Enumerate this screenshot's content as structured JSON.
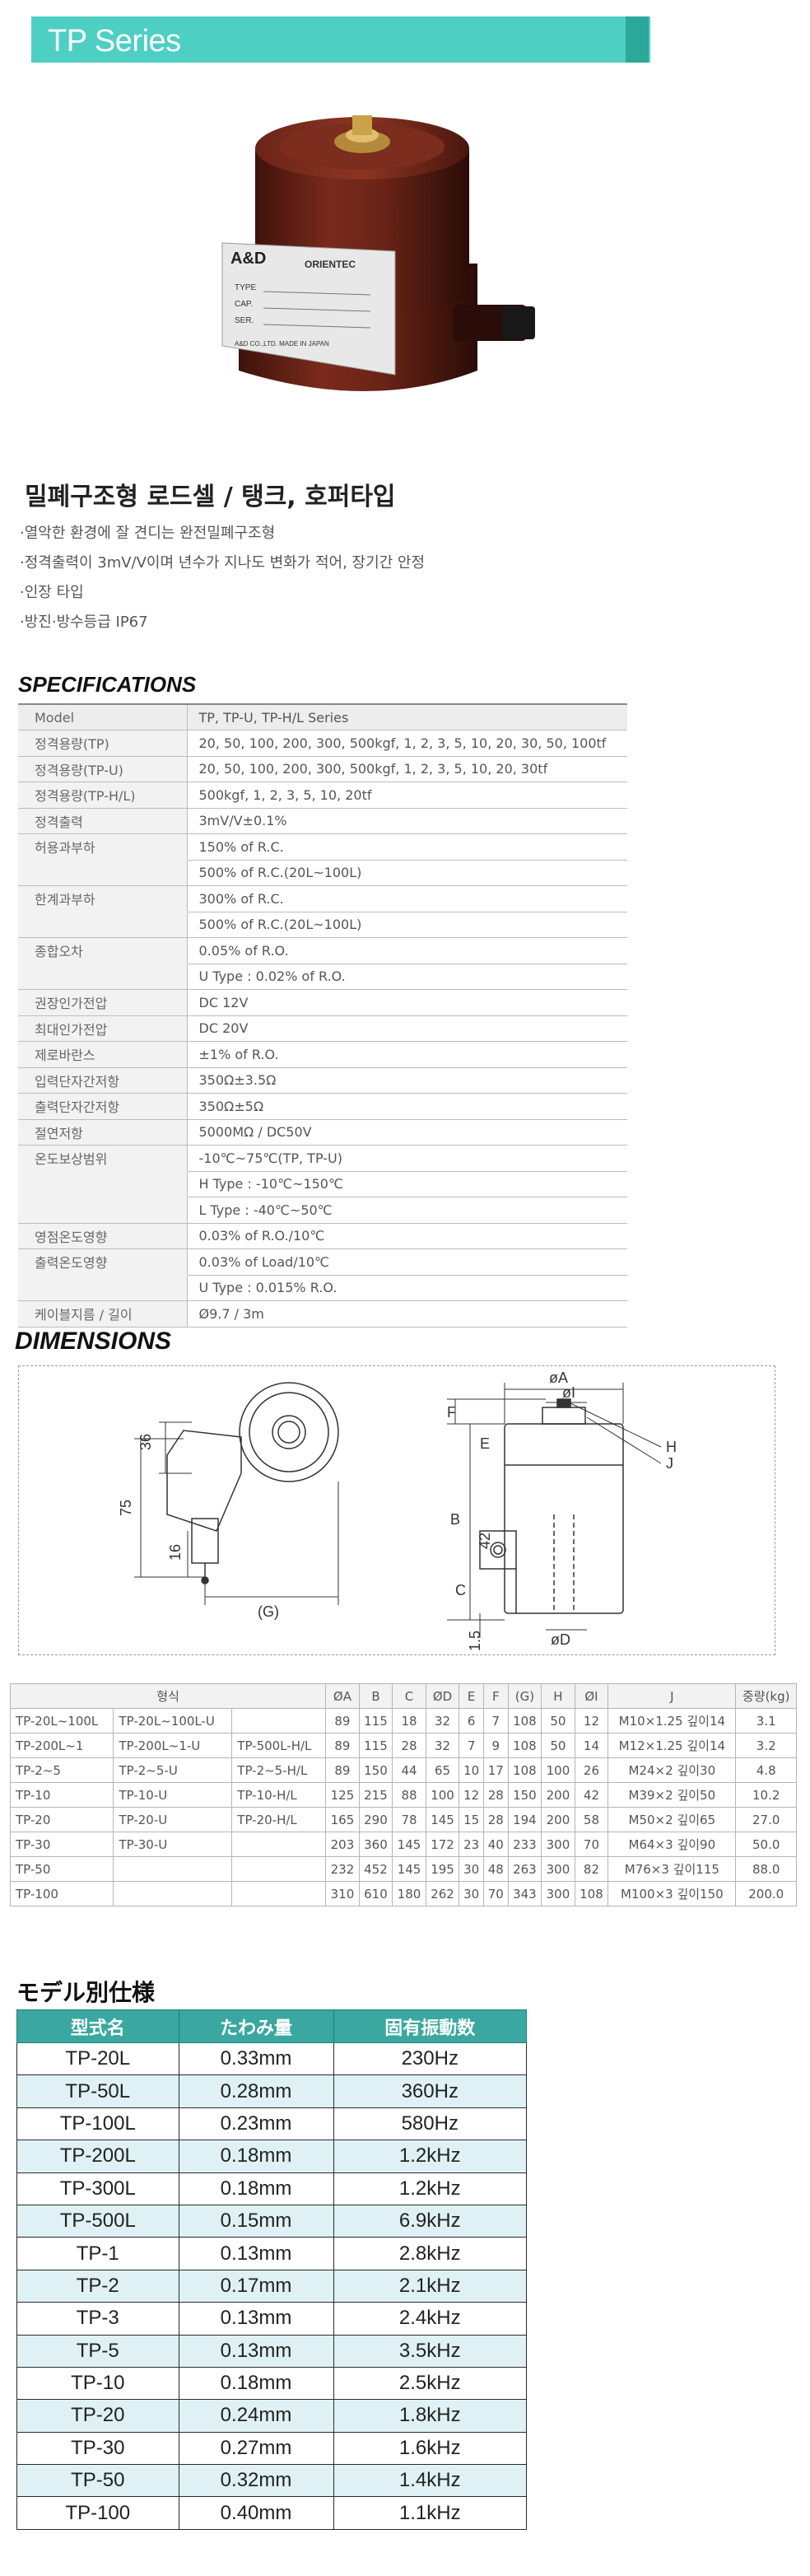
{
  "header": {
    "title": "TP Series"
  },
  "product_photo": {
    "brand": "A&D",
    "brand2": "ORIENTEC",
    "plate_fields": [
      "TYPE",
      "CAP.",
      "SER."
    ],
    "plate_footer": "A&D CO.,LTD.   MADE IN JAPAN"
  },
  "intro": {
    "title": "밀폐구조형 로드셀 / 탱크, 호퍼타입",
    "features": [
      "·열악한 환경에 잘 견디는 완전밀폐구조형",
      "·정격출력이 3mV/V이며 년수가 지나도 변화가 적어, 장기간 안정",
      "·인장 타입",
      "·방진·방수등급 IP67"
    ]
  },
  "specifications": {
    "heading": "SPECIFICATIONS",
    "rows": [
      {
        "key": "Model",
        "value": "TP, TP-U, TP-H/L Series"
      },
      {
        "key": "정격용량(TP)",
        "value": "20, 50, 100, 200, 300, 500kgf, 1, 2, 3, 5, 10, 20, 30, 50, 100tf"
      },
      {
        "key": "정격용량(TP-U)",
        "value": "20, 50, 100, 200, 300, 500kgf, 1, 2, 3, 5, 10, 20, 30tf"
      },
      {
        "key": "정격용량(TP-H/L)",
        "value": "500kgf, 1, 2, 3, 5, 10, 20tf"
      },
      {
        "key": "정격출력",
        "value": "3mV/V±0.1%"
      },
      {
        "key": "허용과부하",
        "value": "150% of R.C."
      },
      {
        "key": "",
        "value": "500% of R.C.(20L~100L)"
      },
      {
        "key": "한계과부하",
        "value": "300% of R.C."
      },
      {
        "key": "",
        "value": "500% of R.C.(20L~100L)"
      },
      {
        "key": "종합오차",
        "value": "0.05% of R.O."
      },
      {
        "key": "",
        "value": "U Type : 0.02% of R.O."
      },
      {
        "key": "권장인가전압",
        "value": "DC 12V"
      },
      {
        "key": "최대인가전압",
        "value": "DC 20V"
      },
      {
        "key": "제로바란스",
        "value": "±1% of R.O."
      },
      {
        "key": "입력단자간저항",
        "value": "350Ω±3.5Ω"
      },
      {
        "key": "출력단자간저항",
        "value": "350Ω±5Ω"
      },
      {
        "key": "절연저항",
        "value": "5000MΩ / DC50V"
      },
      {
        "key": "온도보상범위",
        "value": "-10℃~75℃(TP, TP-U)"
      },
      {
        "key": "",
        "value": "H Type : -10℃~150℃"
      },
      {
        "key": "",
        "value": "L Type : -40℃~50℃"
      },
      {
        "key": "영점온도영향",
        "value": "0.03% of R.O./10℃"
      },
      {
        "key": "출력온도영향",
        "value": "0.03% of Load/10℃"
      },
      {
        "key": "",
        "value": "U Type : 0.015% R.O."
      },
      {
        "key": "케이블지름 / 길이",
        "value": "Ø9.7 / 3m"
      }
    ]
  },
  "dimensions": {
    "heading": "DIMENSIONS",
    "drawing_labels": {
      "left": [
        "36",
        "75",
        "16",
        "(G)"
      ],
      "right": [
        "F",
        "øA",
        "øI",
        "E",
        "B",
        "H",
        "J",
        "42",
        "C",
        "1.5",
        "øD"
      ]
    },
    "table": {
      "headers": [
        "형식",
        "ØA",
        "B",
        "C",
        "ØD",
        "E",
        "F",
        "(G)",
        "H",
        "ØI",
        "J",
        "중량(kg)"
      ],
      "rows": [
        [
          "TP-20L~100L",
          "TP-20L~100L-U",
          "",
          "89",
          "115",
          "18",
          "32",
          "6",
          "7",
          "108",
          "50",
          "12",
          "M10×1.25 깊이14",
          "3.1"
        ],
        [
          "TP-200L~1",
          "TP-200L~1-U",
          "TP-500L-H/L",
          "89",
          "115",
          "28",
          "32",
          "7",
          "9",
          "108",
          "50",
          "14",
          "M12×1.25 깊이14",
          "3.2"
        ],
        [
          "TP-2~5",
          "TP-2~5-U",
          "TP-2~5-H/L",
          "89",
          "150",
          "44",
          "65",
          "10",
          "17",
          "108",
          "100",
          "26",
          "M24×2 깊이30",
          "4.8"
        ],
        [
          "TP-10",
          "TP-10-U",
          "TP-10-H/L",
          "125",
          "215",
          "88",
          "100",
          "12",
          "28",
          "150",
          "200",
          "42",
          "M39×2 깊이50",
          "10.2"
        ],
        [
          "TP-20",
          "TP-20-U",
          "TP-20-H/L",
          "165",
          "290",
          "78",
          "145",
          "15",
          "28",
          "194",
          "200",
          "58",
          "M50×2 깊이65",
          "27.0"
        ],
        [
          "TP-30",
          "TP-30-U",
          "",
          "203",
          "360",
          "145",
          "172",
          "23",
          "40",
          "233",
          "300",
          "70",
          "M64×3 깊이90",
          "50.0"
        ],
        [
          "TP-50",
          "",
          "",
          "232",
          "452",
          "145",
          "195",
          "30",
          "48",
          "263",
          "300",
          "82",
          "M76×3 깊이115",
          "88.0"
        ],
        [
          "TP-100",
          "",
          "",
          "310",
          "610",
          "180",
          "262",
          "30",
          "70",
          "343",
          "300",
          "108",
          "M100×3 깊이150",
          "200.0"
        ]
      ]
    }
  },
  "models": {
    "heading": "モデル別仕様",
    "headers": [
      "型式名",
      "たわみ量",
      "固有振動数"
    ],
    "rows": [
      [
        "TP-20L",
        "0.33mm",
        "230Hz"
      ],
      [
        "TP-50L",
        "0.28mm",
        "360Hz"
      ],
      [
        "TP-100L",
        "0.23mm",
        "580Hz"
      ],
      [
        "TP-200L",
        "0.18mm",
        "1.2kHz"
      ],
      [
        "TP-300L",
        "0.18mm",
        "1.2kHz"
      ],
      [
        "TP-500L",
        "0.15mm",
        "6.9kHz"
      ],
      [
        "TP-1",
        "0.13mm",
        "2.8kHz"
      ],
      [
        "TP-2",
        "0.17mm",
        "2.1kHz"
      ],
      [
        "TP-3",
        "0.13mm",
        "2.4kHz"
      ],
      [
        "TP-5",
        "0.13mm",
        "3.5kHz"
      ],
      [
        "TP-10",
        "0.18mm",
        "2.5kHz"
      ],
      [
        "TP-20",
        "0.24mm",
        "1.8kHz"
      ],
      [
        "TP-30",
        "0.27mm",
        "1.6kHz"
      ],
      [
        "TP-50",
        "0.32mm",
        "1.4kHz"
      ],
      [
        "TP-100",
        "0.40mm",
        "1.1kHz"
      ]
    ]
  }
}
